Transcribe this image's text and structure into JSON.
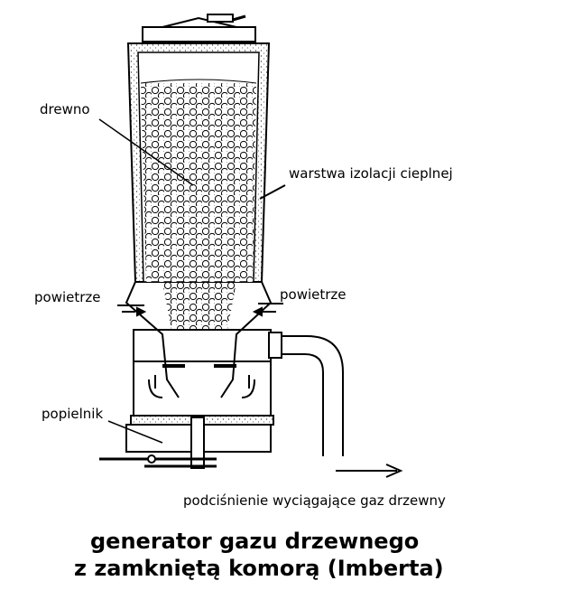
{
  "labels": {
    "wood": "drewno",
    "insulation": "warstwa izolacji cieplnej",
    "air_left": "powietrze",
    "air_right": "powietrze",
    "ash_pan": "popielnik",
    "suction": "podciśnienie  wyciągające gaz drzewny"
  },
  "title": {
    "line1": "generator gazu drzewnego",
    "line2": "z zamkniętą komorą (Imberta)"
  }
}
